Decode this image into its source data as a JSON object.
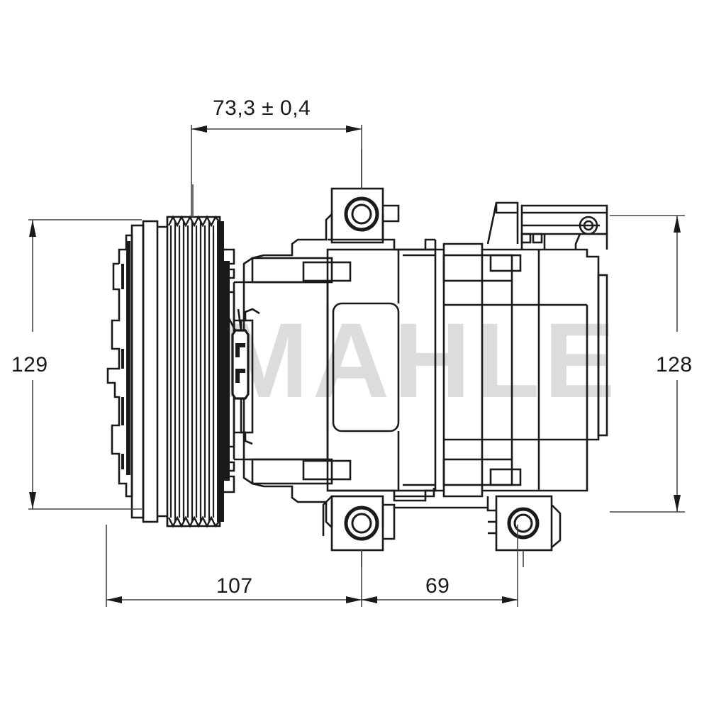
{
  "document": {
    "type": "technical-drawing",
    "subject": "Air conditioning compressor side elevation",
    "background_color": "#ffffff",
    "line_color": "#1a1a1a",
    "watermark_color": "#dcdcdc"
  },
  "watermark": {
    "text": "MAHLE"
  },
  "dimensions": {
    "top": {
      "label": "73,3 ± 0,4",
      "value": "73,3",
      "tolerance": "± 0,4",
      "unit": "mm",
      "orientation": "horizontal"
    },
    "left": {
      "label": "129",
      "unit": "mm",
      "orientation": "vertical"
    },
    "right": {
      "label": "128",
      "unit": "mm",
      "orientation": "vertical"
    },
    "bottom_left": {
      "label": "107",
      "unit": "mm",
      "orientation": "horizontal"
    },
    "bottom_right": {
      "label": "69",
      "unit": "mm",
      "orientation": "horizontal"
    }
  },
  "parts": {
    "clutch_plate": "clutch-front-plate",
    "pulley": "ribbed-pulley",
    "pulley_groove_count": 7,
    "connector": "two-pin-electrical-connector",
    "front_housing": "front-housing",
    "rear_housing": "rear-housing",
    "mounting_bosses": [
      "top-mounting-boss",
      "bottom-left-mounting-boss",
      "bottom-right-mounting-boss"
    ],
    "ports": "refrigerant-port-block"
  }
}
